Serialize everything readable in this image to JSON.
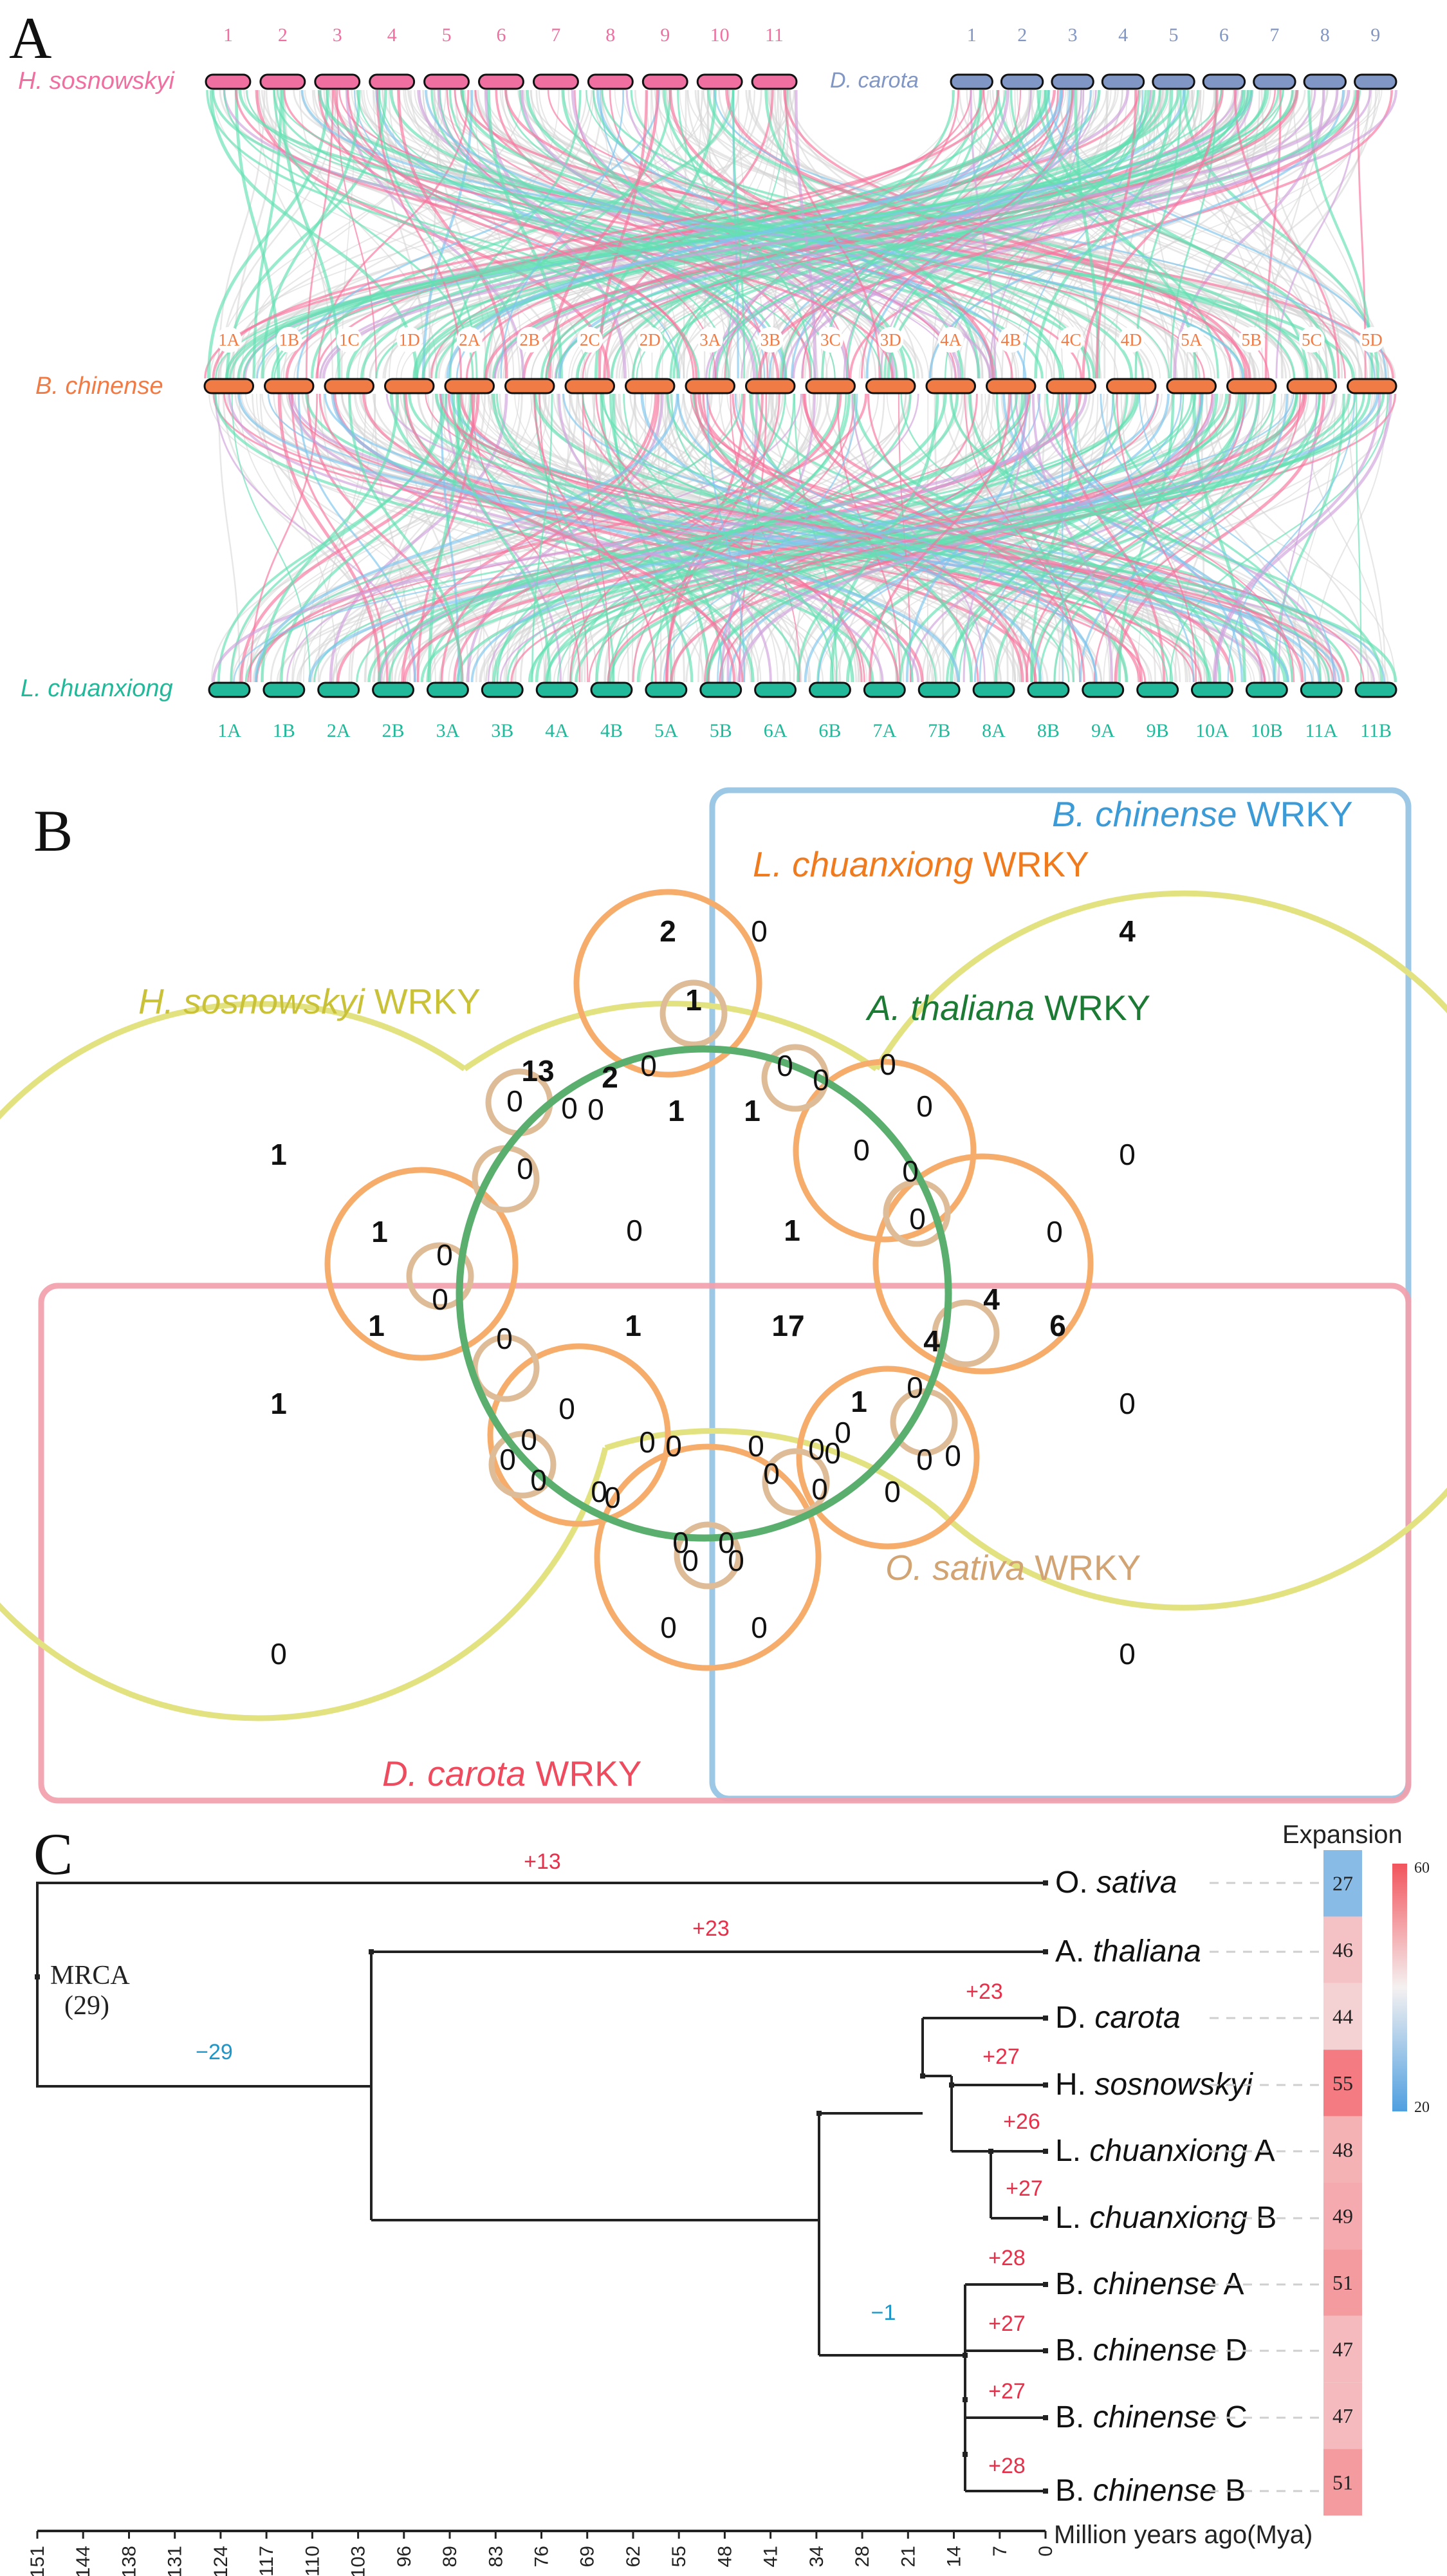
{
  "colors": {
    "hsos": "#ee6fa0",
    "dcar": "#8096c4",
    "bchi": "#f07b45",
    "lchu": "#22b89a",
    "link_pink": "#f7739c",
    "link_green": "#62e1b2",
    "link_blue": "#7cc4ee",
    "link_purple": "#cf9fdc",
    "link_grey": "#d4d4d4",
    "venn_hsos": "#e3e281",
    "venn_lchu": "#f6ad6c",
    "venn_atha": "#5aae6e",
    "venn_osat": "#dfbc98",
    "venn_bchi": "#9cc8e6",
    "venn_dcar": "#f2a0ac",
    "gain": "#e8304a",
    "loss": "#1e96c8"
  },
  "panelA": {
    "letter": "A",
    "species": {
      "hsos": "H. sosnowskyi",
      "dcar": "D. carota",
      "bchi": "B. chinense",
      "lchu": "L. chuanxiong"
    },
    "hsos_chroms": [
      "1",
      "2",
      "3",
      "4",
      "5",
      "6",
      "7",
      "8",
      "9",
      "10",
      "11"
    ],
    "dcar_chroms": [
      "1",
      "2",
      "3",
      "4",
      "5",
      "6",
      "7",
      "8",
      "9"
    ],
    "bchi_chroms": [
      "1A",
      "1B",
      "1C",
      "1D",
      "2A",
      "2B",
      "2C",
      "2D",
      "3A",
      "3B",
      "3C",
      "3D",
      "4A",
      "4B",
      "4C",
      "4D",
      "5A",
      "5B",
      "5C",
      "5D"
    ],
    "lchu_chroms": [
      "1A",
      "1B",
      "2A",
      "2B",
      "3A",
      "3B",
      "4A",
      "4B",
      "5A",
      "5B",
      "6A",
      "6B",
      "7A",
      "7B",
      "8A",
      "8B",
      "9A",
      "9B",
      "10A",
      "10B",
      "11A",
      "11B"
    ]
  },
  "panelB": {
    "letter": "B",
    "sets": {
      "bchi": {
        "italic": "B. chinense",
        "suffix": " WRKY"
      },
      "lchu": {
        "italic": "L. chuanxiong",
        "suffix": " WRKY"
      },
      "atha": {
        "italic": "A. thaliana",
        "suffix": " WRKY"
      },
      "hsos": {
        "italic": "H. sosnowskyi",
        "suffix": " WRKY"
      },
      "osat": {
        "italic": "O. sativa",
        "suffix": " WRKY"
      },
      "dcar": {
        "italic": "D. carota",
        "suffix": " WRKY"
      }
    },
    "counts": [
      {
        "v": "2",
        "b": true
      },
      {
        "v": "0",
        "b": false
      },
      {
        "v": "4",
        "b": true
      },
      {
        "v": "1",
        "b": true
      },
      {
        "v": "1",
        "b": true
      },
      {
        "v": "13",
        "b": true
      },
      {
        "v": "2",
        "b": true
      },
      {
        "v": "0",
        "b": false
      },
      {
        "v": "0",
        "b": false
      },
      {
        "v": "0",
        "b": false
      },
      {
        "v": "0",
        "b": false
      },
      {
        "v": "0",
        "b": false
      },
      {
        "v": "0",
        "b": false
      },
      {
        "v": "1",
        "b": true
      },
      {
        "v": "1",
        "b": true
      },
      {
        "v": "0",
        "b": false
      },
      {
        "v": "0",
        "b": false
      },
      {
        "v": "0",
        "b": false
      },
      {
        "v": "0",
        "b": false
      },
      {
        "v": "0",
        "b": false
      },
      {
        "v": "1",
        "b": true
      },
      {
        "v": "0",
        "b": false
      },
      {
        "v": "0",
        "b": false
      },
      {
        "v": "1",
        "b": true
      },
      {
        "v": "0",
        "b": false
      },
      {
        "v": "0",
        "b": false
      },
      {
        "v": "4",
        "b": true
      },
      {
        "v": "1",
        "b": true
      },
      {
        "v": "0",
        "b": false
      },
      {
        "v": "1",
        "b": true
      },
      {
        "v": "17",
        "b": true
      },
      {
        "v": "4",
        "b": true
      },
      {
        "v": "6",
        "b": true
      },
      {
        "v": "0",
        "b": false
      },
      {
        "v": "0",
        "b": false
      },
      {
        "v": "0",
        "b": false
      },
      {
        "v": "1",
        "b": true
      },
      {
        "v": "0",
        "b": false
      },
      {
        "v": "0",
        "b": false
      },
      {
        "v": "0",
        "b": false
      },
      {
        "v": "0",
        "b": false
      },
      {
        "v": "0",
        "b": false
      },
      {
        "v": "0",
        "b": false
      },
      {
        "v": "0",
        "b": false
      },
      {
        "v": "0",
        "b": false
      },
      {
        "v": "0",
        "b": false
      },
      {
        "v": "0",
        "b": false
      },
      {
        "v": "0",
        "b": false
      },
      {
        "v": "0",
        "b": false
      },
      {
        "v": "0",
        "b": false
      },
      {
        "v": "1",
        "b": true
      },
      {
        "v": "0",
        "b": false
      },
      {
        "v": "0",
        "b": false
      },
      {
        "v": "0",
        "b": false
      },
      {
        "v": "0",
        "b": false
      },
      {
        "v": "0",
        "b": false
      },
      {
        "v": "0",
        "b": false
      },
      {
        "v": "0",
        "b": false
      },
      {
        "v": "0",
        "b": false
      },
      {
        "v": "0",
        "b": false
      },
      {
        "v": "0",
        "b": false
      },
      {
        "v": "0",
        "b": false
      },
      {
        "v": "0",
        "b": false
      },
      {
        "v": "0",
        "b": false
      }
    ]
  },
  "panelC": {
    "letter": "C",
    "mrca_label": "MRCA",
    "mrca_count": "(29)",
    "xlabel": "Million years ago(Mya)",
    "axis_ticks": [
      "151",
      "144",
      "138",
      "131",
      "124",
      "117",
      "110",
      "103",
      "96",
      "89",
      "83",
      "76",
      "69",
      "62",
      "55",
      "48",
      "41",
      "34",
      "28",
      "21",
      "14",
      "7",
      "0"
    ],
    "heat_title": "Expansion",
    "heat_max": "60",
    "heat_min": "20",
    "taxa": [
      {
        "genus": "O.",
        "species": "sativa",
        "suffix": "",
        "value": "27"
      },
      {
        "genus": "A.",
        "species": "thaliana",
        "suffix": "",
        "value": "46"
      },
      {
        "genus": "D.",
        "species": "carota",
        "suffix": "",
        "value": "44"
      },
      {
        "genus": "H.",
        "species": "sosnowskyi",
        "suffix": "",
        "value": "55"
      },
      {
        "genus": "L.",
        "species": "chuanxiong",
        "suffix": " A",
        "value": "48"
      },
      {
        "genus": "L.",
        "species": "chuanxiong",
        "suffix": " B",
        "value": "49"
      },
      {
        "genus": "B.",
        "species": "chinense",
        "suffix": " A",
        "value": "51"
      },
      {
        "genus": "B.",
        "species": "chinense",
        "suffix": " D",
        "value": "47"
      },
      {
        "genus": "B.",
        "species": "chinense",
        "suffix": " C",
        "value": "47"
      },
      {
        "genus": "B.",
        "species": "chinense",
        "suffix": " B",
        "value": "51"
      }
    ],
    "changes": [
      "+13",
      "+23",
      "−29",
      "+23",
      "+27",
      "+26",
      "+27",
      "−1",
      "+28",
      "+27",
      "+27",
      "+28"
    ]
  }
}
